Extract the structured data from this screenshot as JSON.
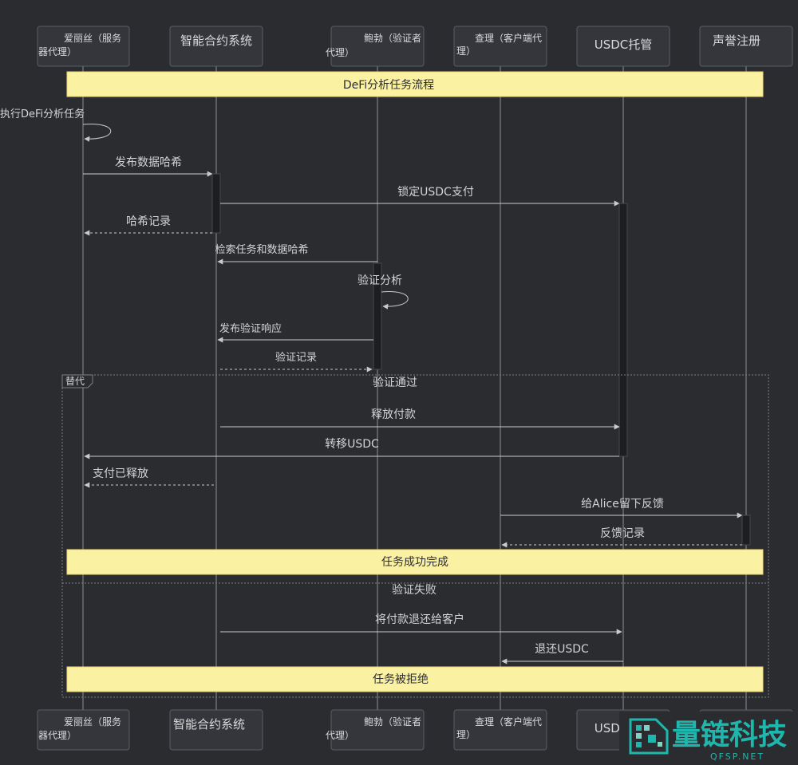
{
  "actors": [
    {
      "id": "alice",
      "name_l1": "爱丽丝（服务",
      "name_l2": "器代理）"
    },
    {
      "id": "contract",
      "name_l1": "智能合约系统",
      "name_l2": ""
    },
    {
      "id": "bob",
      "name_l1": "鲍勃（验证者",
      "name_l2": "代理）"
    },
    {
      "id": "charlie",
      "name_l1": "查理（客户端代",
      "name_l2": "理）"
    },
    {
      "id": "escrow",
      "name_l1": "USDC托管",
      "name_l2": ""
    },
    {
      "id": "reputation",
      "name_l1": "声誉注册",
      "name_l2": ""
    }
  ],
  "notes": {
    "flow_title": "DeFi分析任务流程",
    "success": "任务成功完成",
    "rejected": "任务被拒绝"
  },
  "messages": {
    "m1": "执行DeFi分析任务",
    "m2": "发布数据哈希",
    "m3": "锁定USDC支付",
    "m4": "哈希记录",
    "m5": "检索任务和数据哈希",
    "m6": "验证分析",
    "m7": "发布验证响应",
    "m8": "验证记录",
    "m9": "释放付款",
    "m10": "转移USDC",
    "m11": "支付已释放",
    "m12": "给Alice留下反馈",
    "m13": "反馈记录",
    "m14": "将付款退还给客户",
    "m15": "退还USDC"
  },
  "alt_frame": {
    "tag": "替代",
    "cond_pass": "验证通过",
    "cond_fail": "验证失败"
  },
  "watermark": {
    "text": "量链科技",
    "sub": "QFSP.NET"
  }
}
